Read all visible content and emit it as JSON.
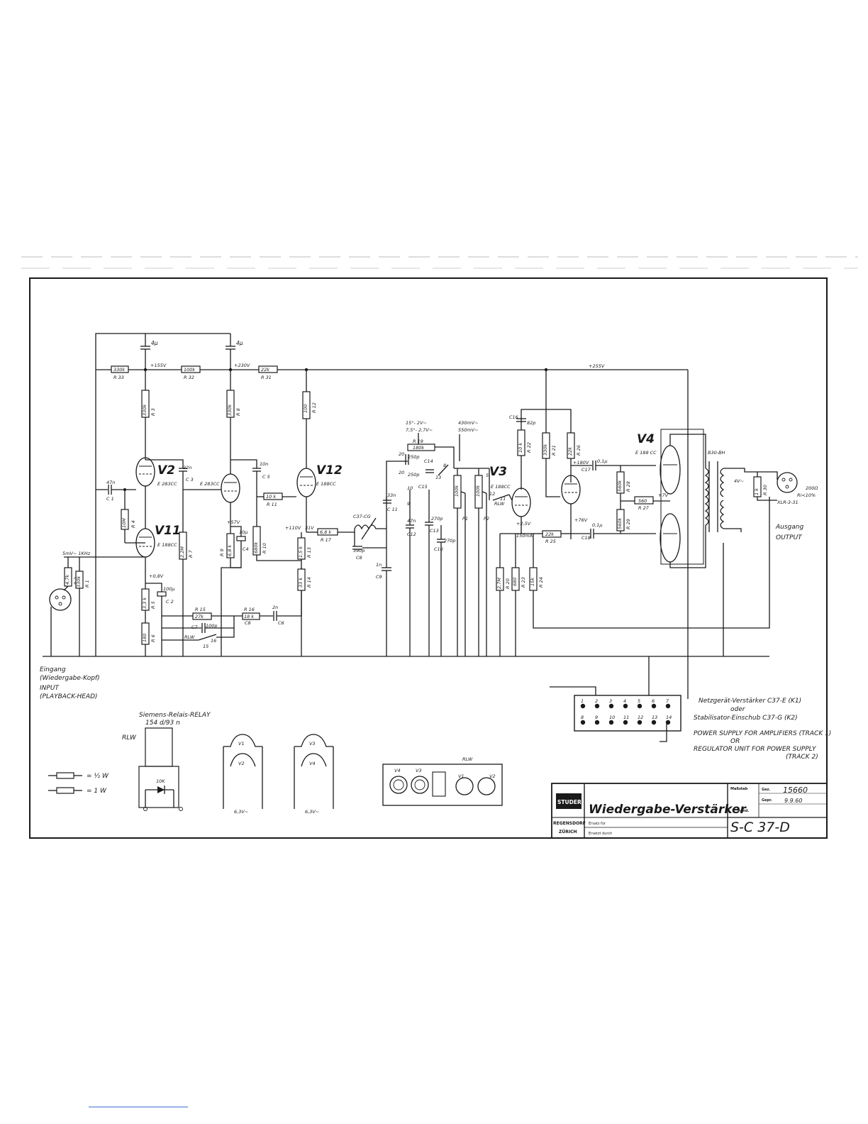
{
  "title_block": {
    "logo": "STUDER",
    "city1": "REGENSDORF",
    "city2": "ZÜRICH",
    "title": "Wiedergabe-Verstärker",
    "ersatz_fuer": "Ersatz für",
    "ersetzt_durch": "Ersetzt durch",
    "massstab": "Maßstab",
    "gez_label": "Gez.",
    "gez_value": "15660",
    "gepr_label": "Gepr.",
    "gepr_value": "9.9.60",
    "aend_label": "Aend.",
    "drawing_number": "S-C 37-D"
  },
  "tubes": {
    "v2": "V2",
    "v2_type": "E 283CC",
    "v11": "V11",
    "v11_type": "E 188CC",
    "v2b_type": "E 283CC",
    "v12": "V12",
    "v12_type": "E 188CC",
    "v3": "V3",
    "v3_type": "E 188CC",
    "v4": "V4",
    "v4_type": "E 188 CC"
  },
  "rails": {
    "v155": "+155V",
    "v230": "+230V",
    "v255": "+255V",
    "v57": "+57V",
    "v110": "+110V",
    "v31": "31V",
    "v08": "+0,8V",
    "v180": "+180V",
    "v76": "+76V",
    "v25": "+2,5V",
    "v7": "+7V",
    "i150": "150mA"
  },
  "components": {
    "r33": "330k",
    "r33n": "R 33",
    "r32": "100k",
    "r32n": "R 32",
    "r31": "22k",
    "r31n": "R 31",
    "r3": "330k",
    "r3n": "R 3",
    "r8": "330k",
    "r8n": "R 8",
    "r12": "100",
    "r12n": "R 12",
    "c_a": "4μ",
    "c_b": "4μ",
    "c1": "47n",
    "c1n": "C 1",
    "r4": "10M",
    "r4n": "R 4",
    "c3": "22n",
    "c3n": "C 3",
    "c5": "10n",
    "c5n": "C 5",
    "r11": "10 k",
    "r11n": "R 11",
    "r7": "2,2M",
    "r7n": "R 7",
    "r9": "6,8 k",
    "r9n": "R 9",
    "c4": "10μ",
    "c4n": "C4",
    "r10": "680k",
    "r10n": "R 10",
    "r17": "6,8 k",
    "r17n": "R 17",
    "r13": "1,5 k",
    "r13n": "R 13",
    "r14": "33 k",
    "r14n": "R 14",
    "r2": "4,7k",
    "r2n": "R 2",
    "r1": "330k",
    "r1n": "R 1",
    "r5": "3,3 k",
    "r5n": "R 5",
    "c2": "100μ",
    "c2n": "C 2",
    "r6": "180",
    "r6n": "R 6",
    "r15": "27k",
    "r15n": "R 15",
    "r16": "18 k",
    "r16n": "R 16",
    "c6": "2n",
    "c6n": "C6",
    "c8n": "C8",
    "c7": "100p",
    "c7n": "C7",
    "rlw": "RLW",
    "p15": "15",
    "p16": "16",
    "c37cg": "C37-CG",
    "c8": "390p",
    "c9": "1n",
    "c9n": "C9",
    "c11": "33n",
    "c11n": "C 11",
    "c12": "47n",
    "c12n": "C12",
    "c13": "270p",
    "c13n": "C13",
    "c10": "270p",
    "c10n": "C10",
    "r19": "180k",
    "r19n": "R 19",
    "c14": "250p",
    "c14n": "C14",
    "c15": "250p",
    "c15n": "C15",
    "p1": "100k",
    "p1n": "P1",
    "p2": "100k",
    "p2n": "P2",
    "c16": "82p",
    "c16n": "C16",
    "r22": "10 k",
    "r22n": "R 22",
    "r21": "330k",
    "r21n": "R 21",
    "r26": "22k",
    "r26n": "R 26",
    "c17": "0,1μ",
    "c17n": "C17",
    "c18": "0,1μ",
    "c18n": "C18",
    "r25": "22k",
    "r25n": "R 25",
    "r20": "2,7M",
    "r20n": "R 20",
    "r23": "680",
    "r23n": "R 23",
    "r24": "15k",
    "r24n": "R 24",
    "r28": "560k",
    "r28n": "R 28",
    "r27": "560",
    "r27n": "R 27",
    "r29": "560k",
    "r29n": "R 29",
    "r30": "1 k",
    "r30n": "R 30",
    "tr": "B30-BH",
    "tr_v": "4V~",
    "ri": "200Ω",
    "ri2": "Ri<10%",
    "xlr": "XLR-3-31",
    "pins20": "20",
    "pins10": "10",
    "pins8": "8",
    "pins9": "9",
    "pins13": "13",
    "pins12": "12",
    "pins11": "11",
    "pins5": "5",
    "pins6": "6"
  },
  "notes": {
    "lvl1": "15°- 2V~",
    "lvl2": "7,5°- 2,7V~",
    "lvl3": "430mV~",
    "lvl4": "550mV~",
    "input_sig": "5mV~ 1KHz",
    "in_de1": "Eingang",
    "in_de2": "(Wiedergabe-Kopf)",
    "in_en1": "INPUT",
    "in_en2": "(PLAYBACK-HEAD)",
    "out_de": "Ausgang",
    "out_en": "OUTPUT",
    "ps_de1": "Netzgerät-Verstärker C37-E (K1)",
    "ps_de2": "oder",
    "ps_de3": "Stabilisator-Einschub C37-G (K2)",
    "ps_en1": "POWER SUPPLY FOR AMPLIFIERS (TRACK 1)",
    "ps_en2": "OR",
    "ps_en3": "REGULATOR UNIT FOR POWER SUPPLY",
    "ps_en4": "(TRACK 2)",
    "relay1": "Siemens-Relais-RELAY",
    "relay2": "154 d/93 n",
    "relay_rlw": "RLW",
    "relay_10k": "10K",
    "half_w": "= ½ W",
    "one_w": "= 1 W",
    "heater1": "6,3V~",
    "heater2": "6,3V~",
    "hv1": "V1",
    "hv2": "V2",
    "hv3": "V3",
    "hv4": "V4",
    "lay_v4": "V4",
    "lay_v3": "V3",
    "lay_rlw": "RLW",
    "lay_v1": "V1",
    "lay_v2": "V2"
  },
  "connector": {
    "top": [
      "1",
      "2",
      "3",
      "4",
      "5",
      "6",
      "7"
    ],
    "bottom": [
      "8",
      "9",
      "10",
      "11",
      "12",
      "13",
      "14"
    ]
  }
}
